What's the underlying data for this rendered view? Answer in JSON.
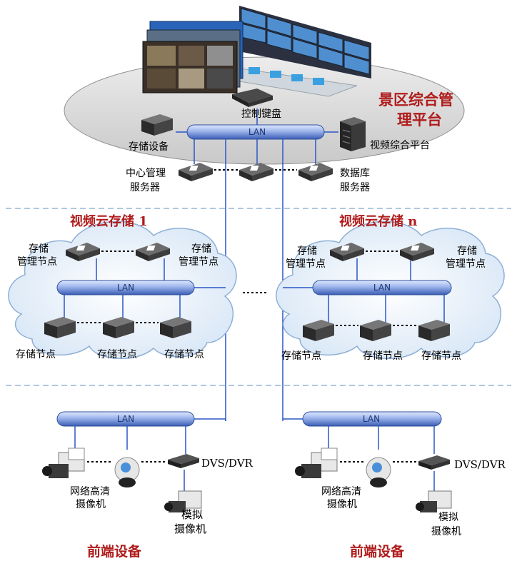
{
  "platform": {
    "title_line1": "景区综合管",
    "title_line2": "理平台",
    "lan": "LAN",
    "control_keyboard": "控制键盘",
    "storage_device": "存储设备",
    "video_platform": "视频综合平台",
    "central_server_line1": "中心管理",
    "central_server_line2": "服务器",
    "db_server_line1": "数据库",
    "db_server_line2": "服务器"
  },
  "cloud_left": {
    "title": "视频云存储 1",
    "lan": "LAN",
    "mgmt_node_line1": "存储",
    "mgmt_node_line2": "管理节点",
    "storage_node": "存储节点"
  },
  "cloud_right": {
    "title": "视频云存储 n",
    "lan": "LAN",
    "mgmt_node_line1": "存储",
    "mgmt_node_line2": "管理节点",
    "storage_node": "存储节点"
  },
  "front_left": {
    "lan": "LAN",
    "dvs": "DVS/DVR",
    "ipcam_line1": "网络高清",
    "ipcam_line2": "摄像机",
    "analog_line1": "模拟",
    "analog_line2": "摄像机",
    "title": "前端设备"
  },
  "front_right": {
    "lan": "LAN",
    "dvs": "DVS/DVR",
    "ipcam_line1": "网络高清",
    "ipcam_line2": "摄像机",
    "analog_line1": "模拟",
    "analog_line2": "摄像机",
    "title": "前端设备"
  },
  "colors": {
    "title_red": "#b01c1c",
    "lan_blue": "#3f63b8",
    "line_blue": "#2a56c6",
    "cloud_fill": "#e6f0fb",
    "ellipse_fill": "#d9d9d9",
    "dash_line": "#7ea6cf"
  }
}
